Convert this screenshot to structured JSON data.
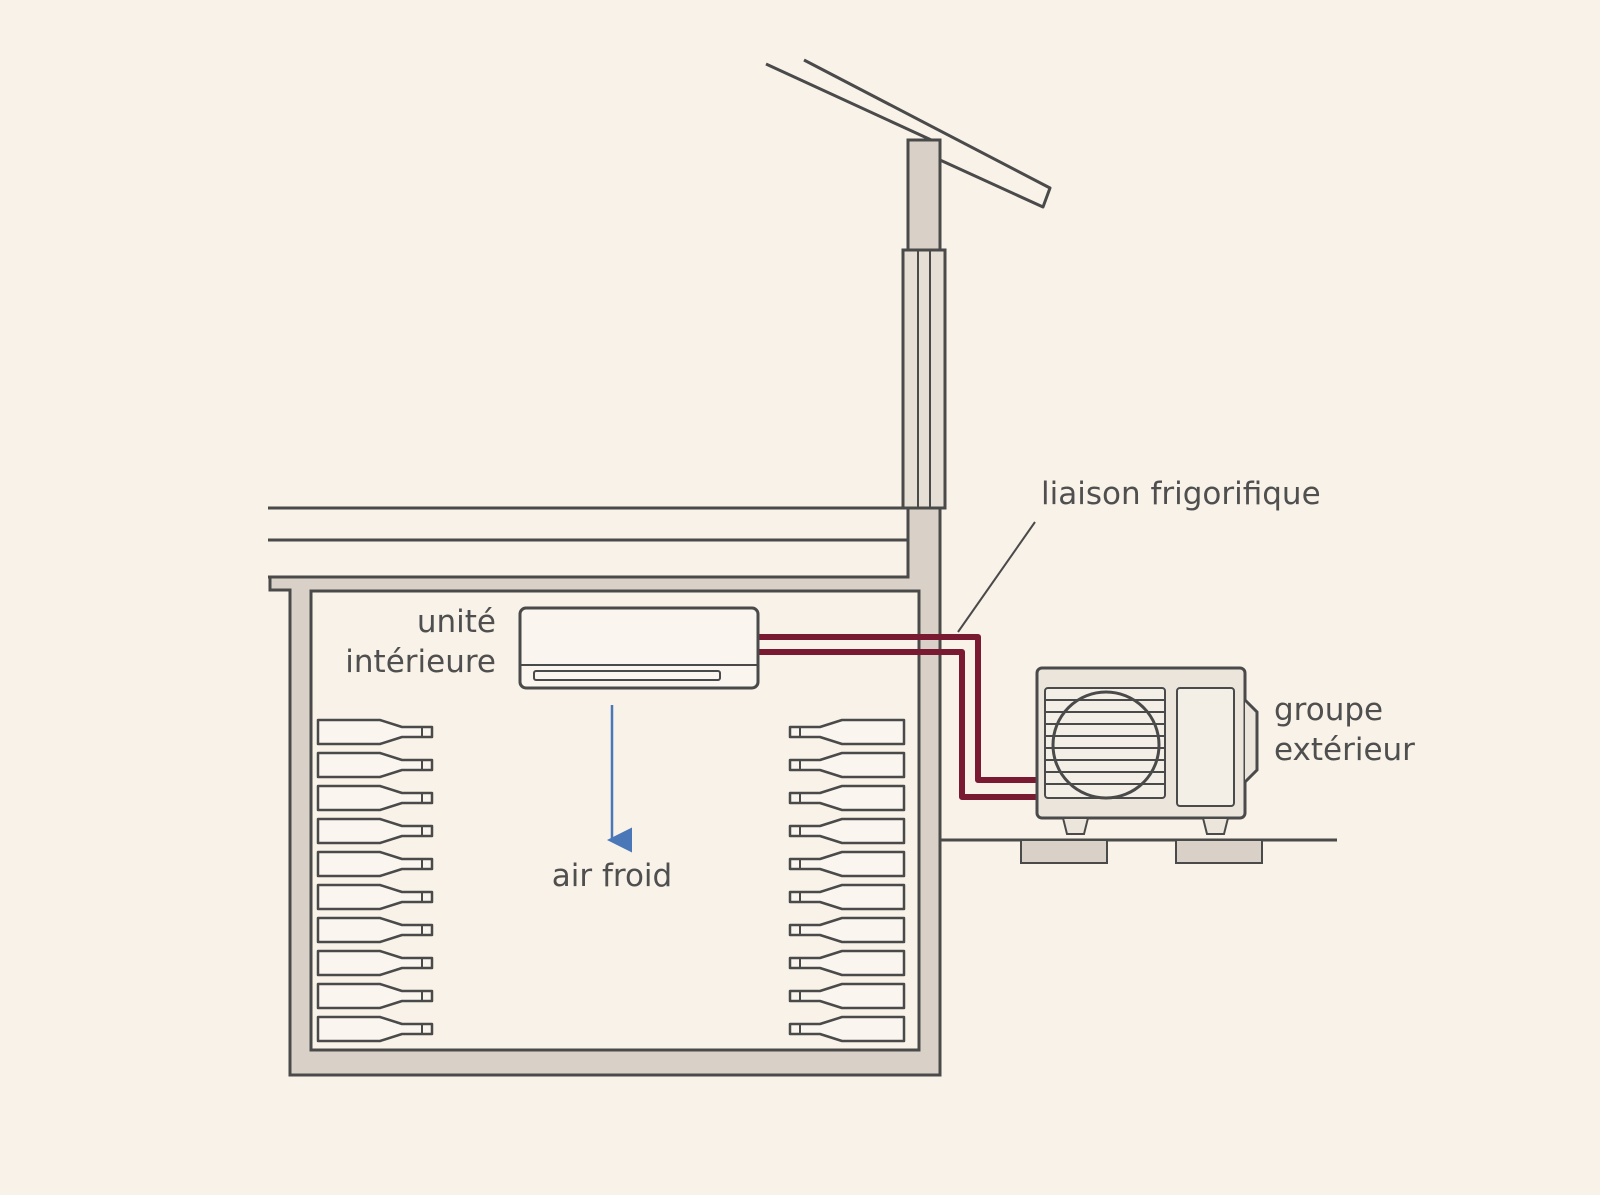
{
  "labels": {
    "indoor_unit": [
      "unité",
      "intérieure"
    ],
    "outdoor_unit": [
      "groupe",
      "extérieur"
    ],
    "refrigerant_link": "liaison frigorifique",
    "cold_air": "air froid"
  },
  "colors": {
    "background": "#f8f2e8",
    "line": "#4a4a4a",
    "wall_fill": "#d9d1c7",
    "refrigerant_pipe": "#7a1a32",
    "cold_air_arrow": "#4a77b8",
    "text": "#4f4f4f"
  },
  "racks": {
    "left_bottle_count": 10,
    "right_bottle_count": 10
  }
}
